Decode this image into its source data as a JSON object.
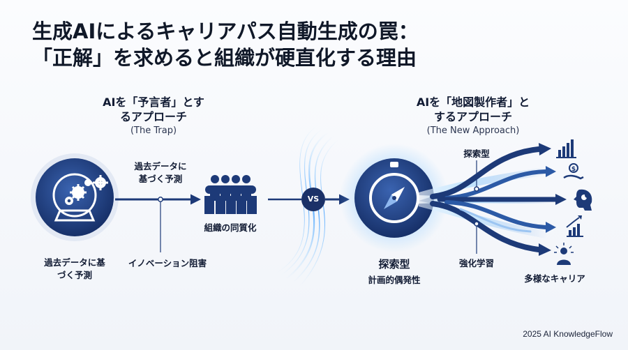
{
  "title": {
    "line1": "生成AIによるキャリアパス自動生成の罠：",
    "line2": "「正解」を求めると組織が硬直化する理由"
  },
  "left": {
    "heading_line1": "AIを「予言者」とす",
    "heading_line2": "るアプローチ",
    "subheading": "(The Trap)",
    "arrow_label_line1": "過去データに",
    "arrow_label_line2": "基づく予測",
    "icon_label_line1": "過去データに基",
    "icon_label_line2": "づく予測",
    "people_label": "組織の同質化",
    "innovation_label": "イノベーション阻害"
  },
  "vs": "VS",
  "right": {
    "heading_line1": "AIを「地図製作者」と",
    "heading_line2": "するアプローチ",
    "subheading": "(The New Approach)",
    "explore_top": "探索型",
    "explore_main": "探索型",
    "serendipity": "計画的偶発性",
    "reinforce": "強化学習",
    "diverse": "多様なキャリア"
  },
  "icons": {
    "crystal_ball": "crystal-ball-gears-icon",
    "people": "people-group-icon",
    "compass": "compass-icon",
    "bar_chart": "bar-chart-icon",
    "money_hand": "money-hand-icon",
    "head_gears": "head-gears-icon",
    "growth_chart": "growth-chart-icon",
    "idea_person": "idea-person-icon"
  },
  "colors": {
    "navy": "#1d3a78",
    "accent_blue": "#2f7fe0",
    "glow": "#66b8ff"
  },
  "footer": "2025 AI KnowledgeFlow"
}
